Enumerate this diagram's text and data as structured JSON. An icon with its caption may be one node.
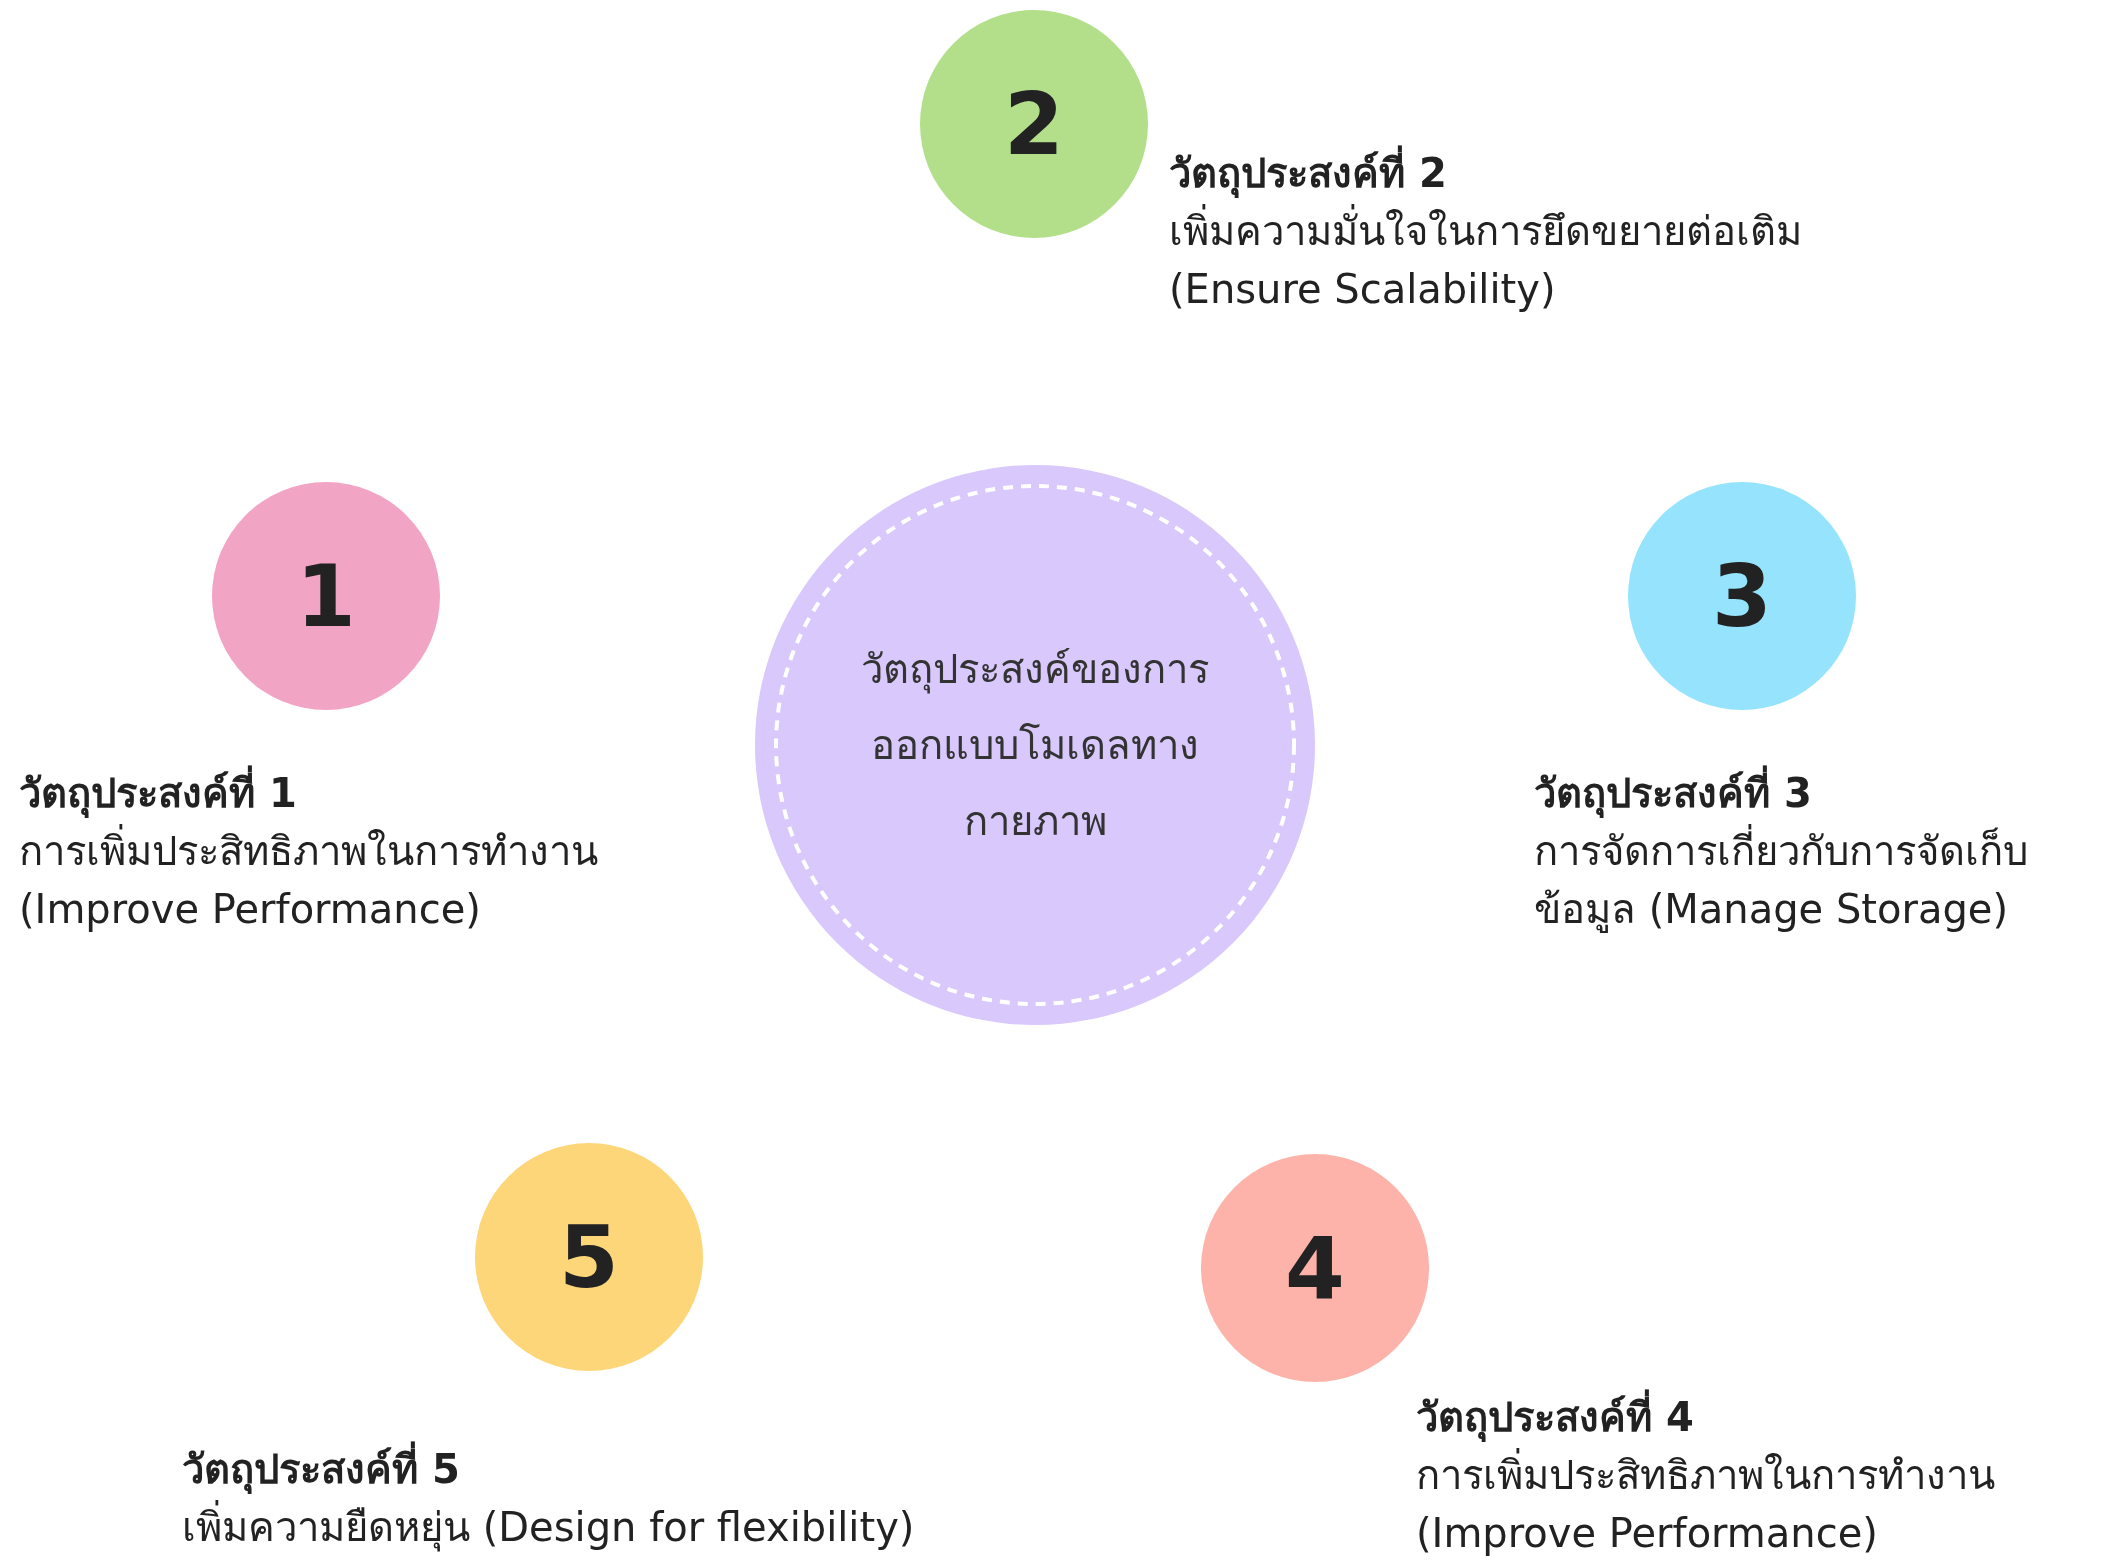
{
  "diagram": {
    "nodes": [
      {
        "text": [
          "วัตถุประสงค์ของการออกแบบโมเดลทางกายภาพ"
        ]
      },
      {
        "text": [
          "1"
        ],
        "beside": [
          "วัตถุประสงค์ที่ 1",
          "การเพิ่มประสิทธิภาพในการทำงาน (Improve Performance)"
        ]
      },
      {
        "text": [
          "2"
        ],
        "beside": [
          "วัตถุประสงค์ที่ 2",
          "เพิ่มความมั่นใจในการยึดขยายต่อเติม (Ensure Scalability)"
        ]
      },
      {
        "text": [
          "3"
        ],
        "beside": [
          "วัตถุประสงค์ที่ 3",
          "การจัดการเกี่ยวกับการจัดเก็บข้อมูล (Manage Storage)"
        ]
      },
      {
        "text": [
          "4"
        ],
        "beside": [
          "วัตถุประสงค์ที่ 4",
          "การเพิ่มประสิทธิภาพในการทำงาน (Improve Performance)"
        ]
      },
      {
        "text": [
          "5"
        ],
        "beside": [
          "วัตถุประสงค์ที่ 5",
          "เพิ่มความยืดหยุ่น (Design for flexibility)"
        ]
      }
    ],
    "edges": []
  }
}
